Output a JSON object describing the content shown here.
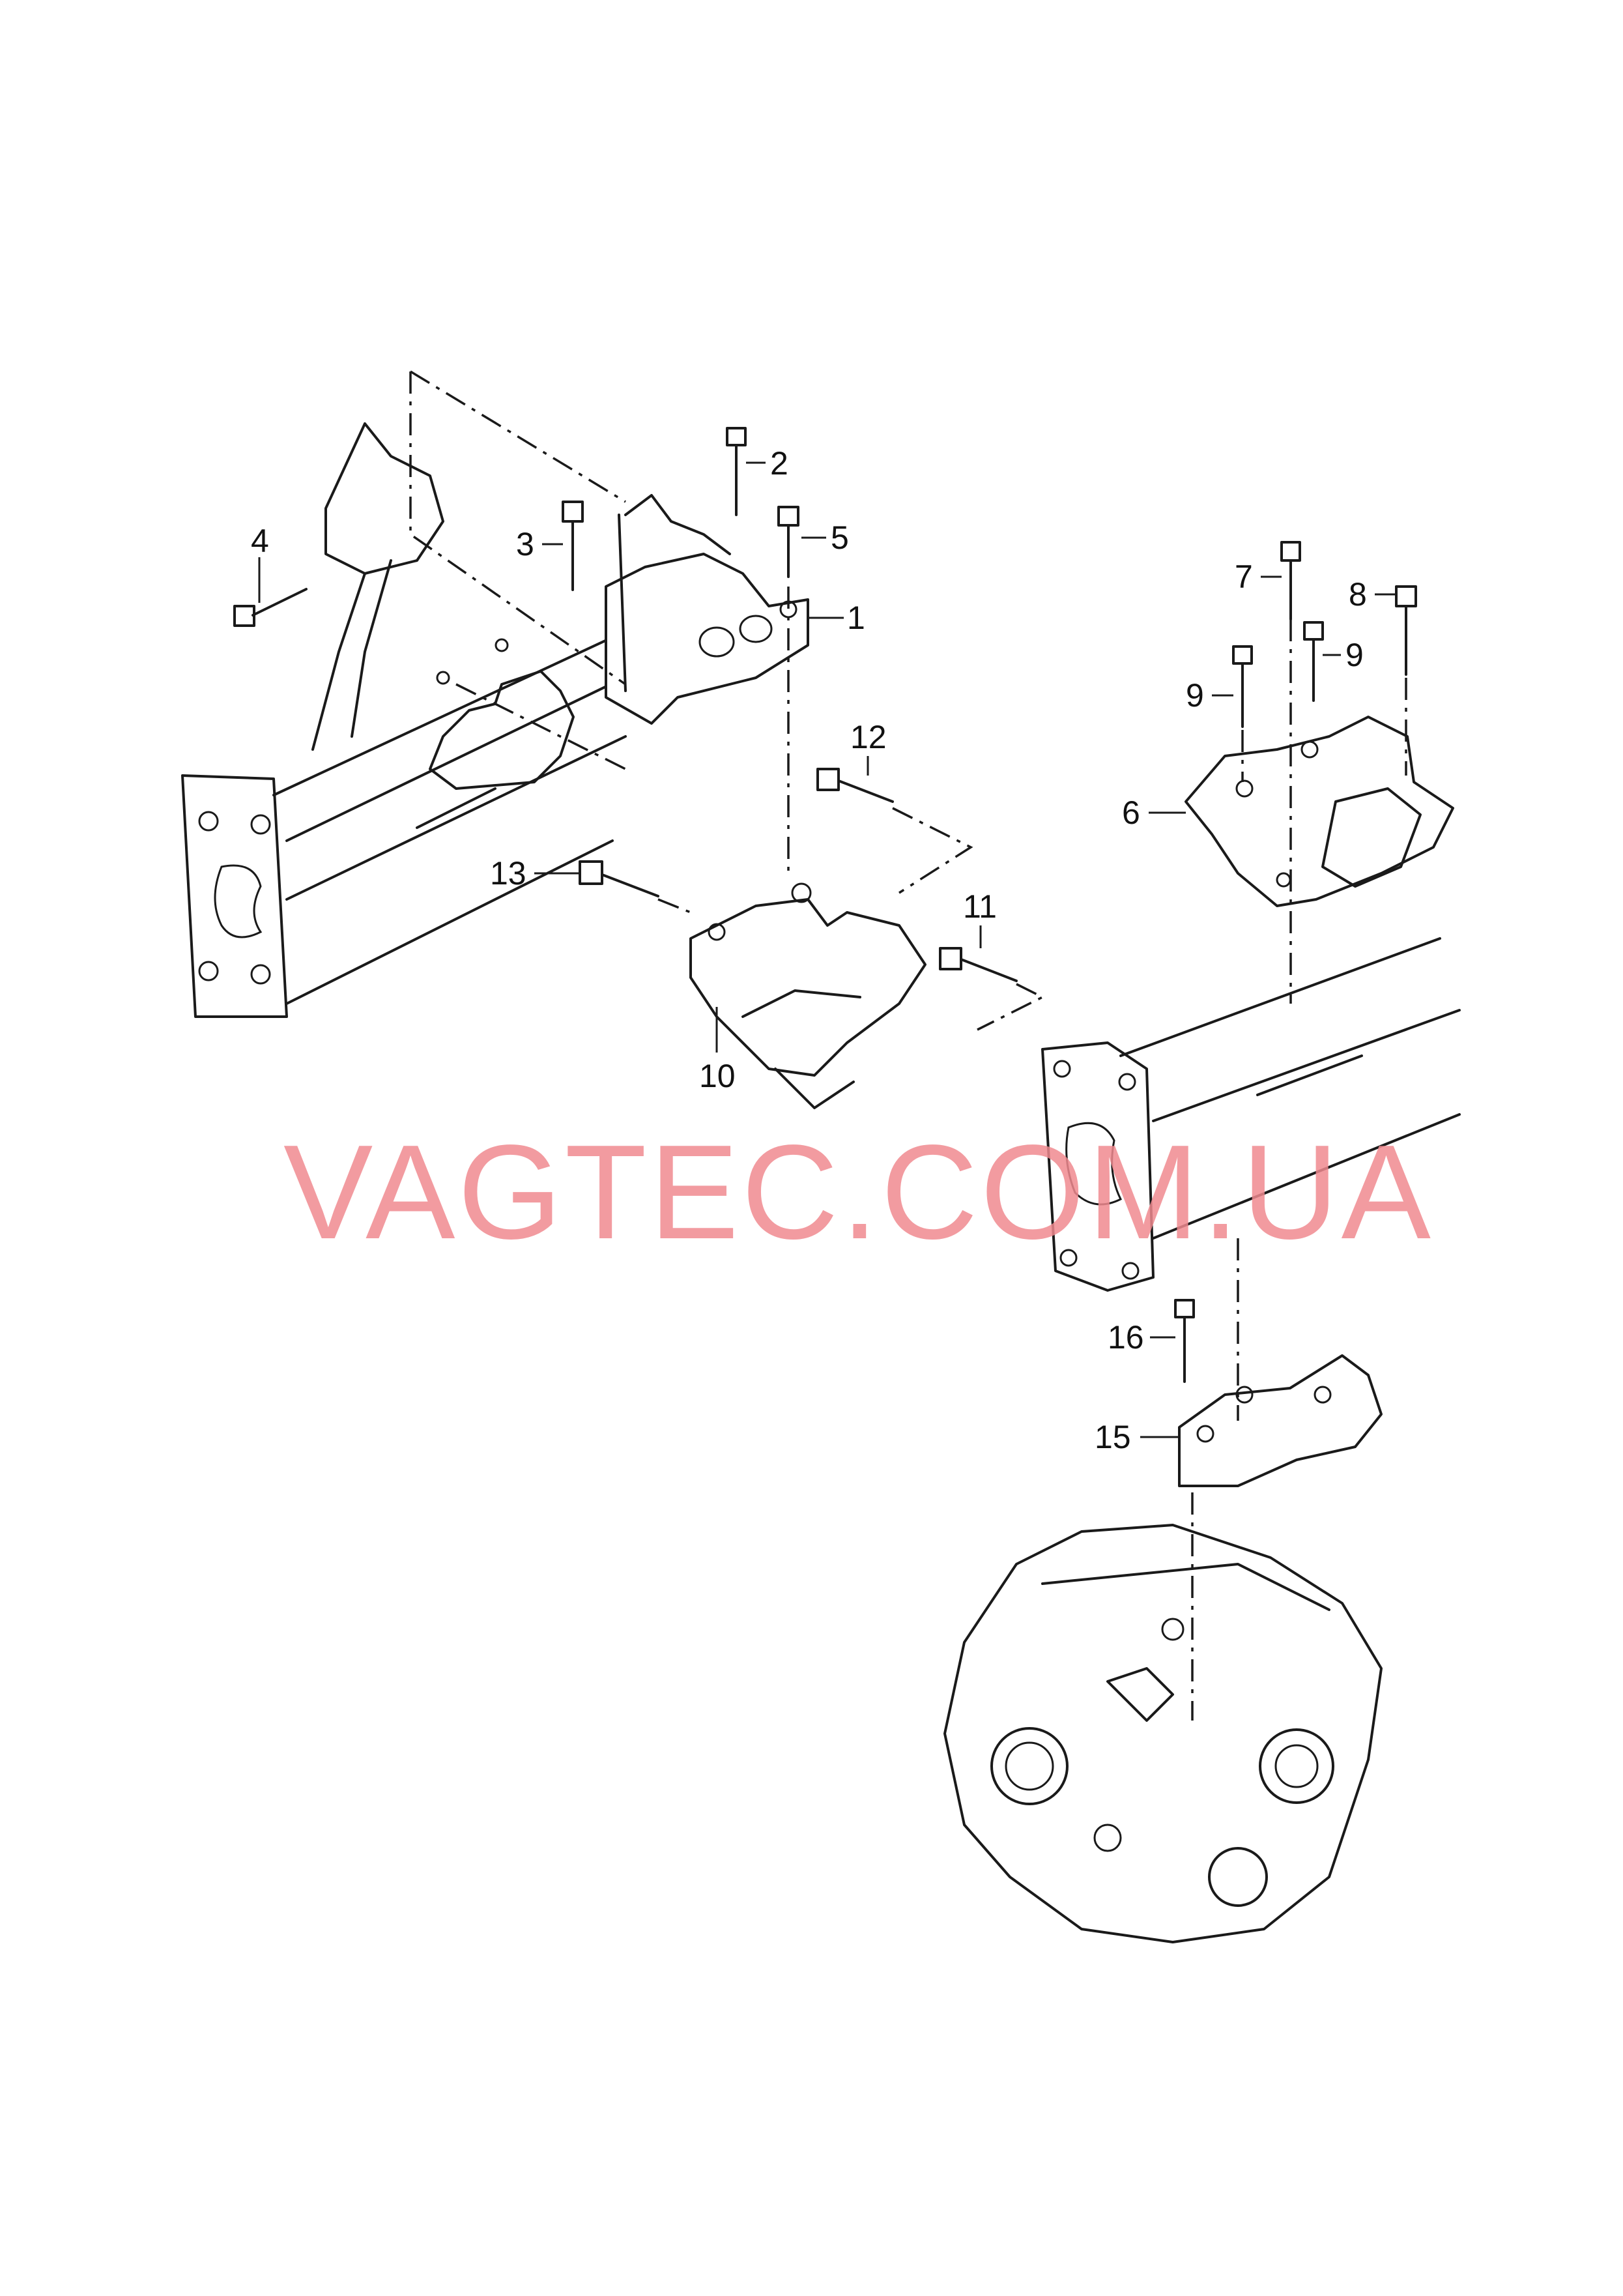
{
  "watermark": {
    "text": "VAGTEC.COM.UA",
    "color": "#f08a8f"
  },
  "callouts": [
    {
      "id": "1",
      "label": "1"
    },
    {
      "id": "2",
      "label": "2"
    },
    {
      "id": "3",
      "label": "3"
    },
    {
      "id": "4",
      "label": "4"
    },
    {
      "id": "5",
      "label": "5"
    },
    {
      "id": "6",
      "label": "6"
    },
    {
      "id": "7",
      "label": "7"
    },
    {
      "id": "8",
      "label": "8"
    },
    {
      "id": "9a",
      "label": "9"
    },
    {
      "id": "9b",
      "label": "9"
    },
    {
      "id": "10",
      "label": "10"
    },
    {
      "id": "11",
      "label": "11"
    },
    {
      "id": "12",
      "label": "12"
    },
    {
      "id": "13",
      "label": "13"
    },
    {
      "id": "15",
      "label": "15"
    },
    {
      "id": "16",
      "label": "16"
    }
  ]
}
